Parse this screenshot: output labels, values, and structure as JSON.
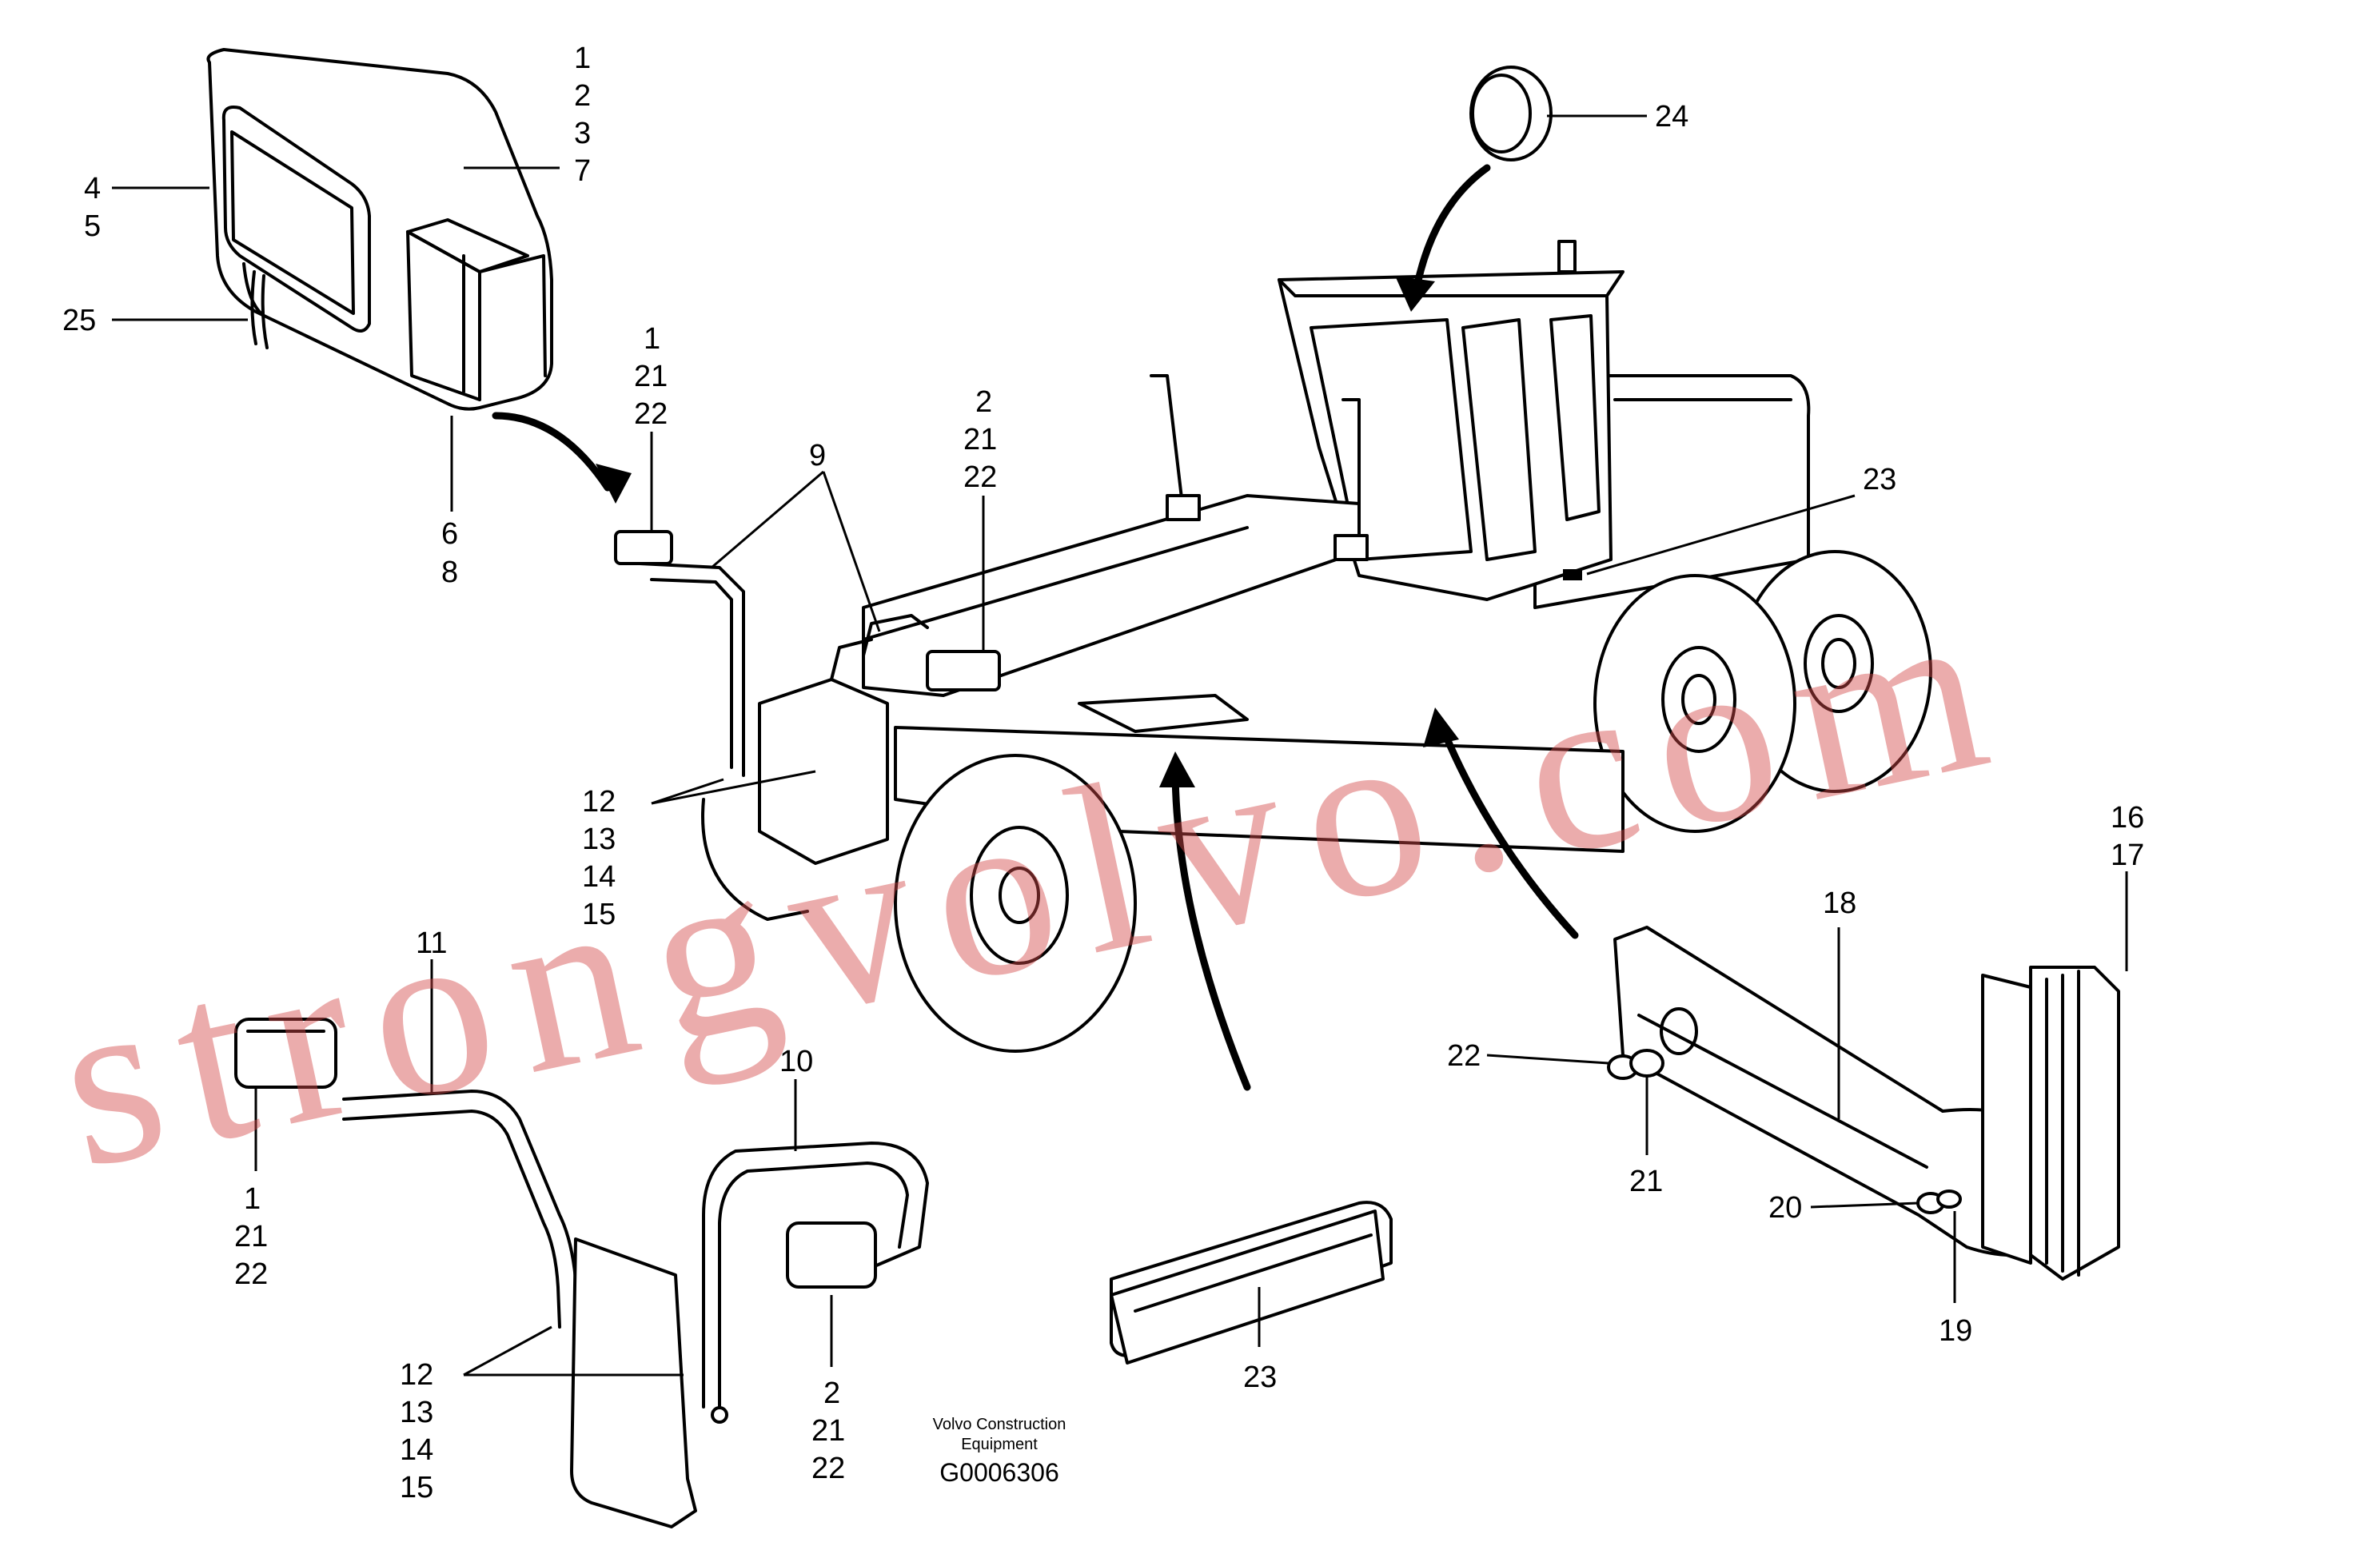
{
  "callouts": {
    "top_light_right": [
      "1",
      "2",
      "3",
      "7"
    ],
    "top_light_left": [
      "4",
      "5"
    ],
    "top_light_cable": "25",
    "top_light_bottom": [
      "6",
      "8"
    ],
    "mirror_left_light": [
      "1",
      "21",
      "22"
    ],
    "bracket_9": "9",
    "mirror_right_light": [
      "2",
      "21",
      "22"
    ],
    "beacon": "24",
    "cab_23": "23",
    "clamps_upper": [
      "12",
      "13",
      "14",
      "15"
    ],
    "bracket_11": "11",
    "lower_left_light": [
      "1",
      "21",
      "22"
    ],
    "bracket_10": "10",
    "clamps_lower": [
      "12",
      "13",
      "14",
      "15"
    ],
    "lower_right_light": [
      "2",
      "21",
      "22"
    ],
    "plate_23": "23",
    "rear_light": [
      "16",
      "17"
    ],
    "rear_bracket": "18",
    "rear_nut_22": "22",
    "rear_washer_21": "21",
    "rear_bolt_20": "20",
    "rear_bolt_19": "19"
  },
  "footer": {
    "maker_line1": "Volvo Construction",
    "maker_line2": "Equipment",
    "code": "G0006306"
  },
  "watermark": "strongvolvo.com",
  "colors": {
    "line": "#000000",
    "watermark": "#d44a4a",
    "background": "#ffffff"
  }
}
